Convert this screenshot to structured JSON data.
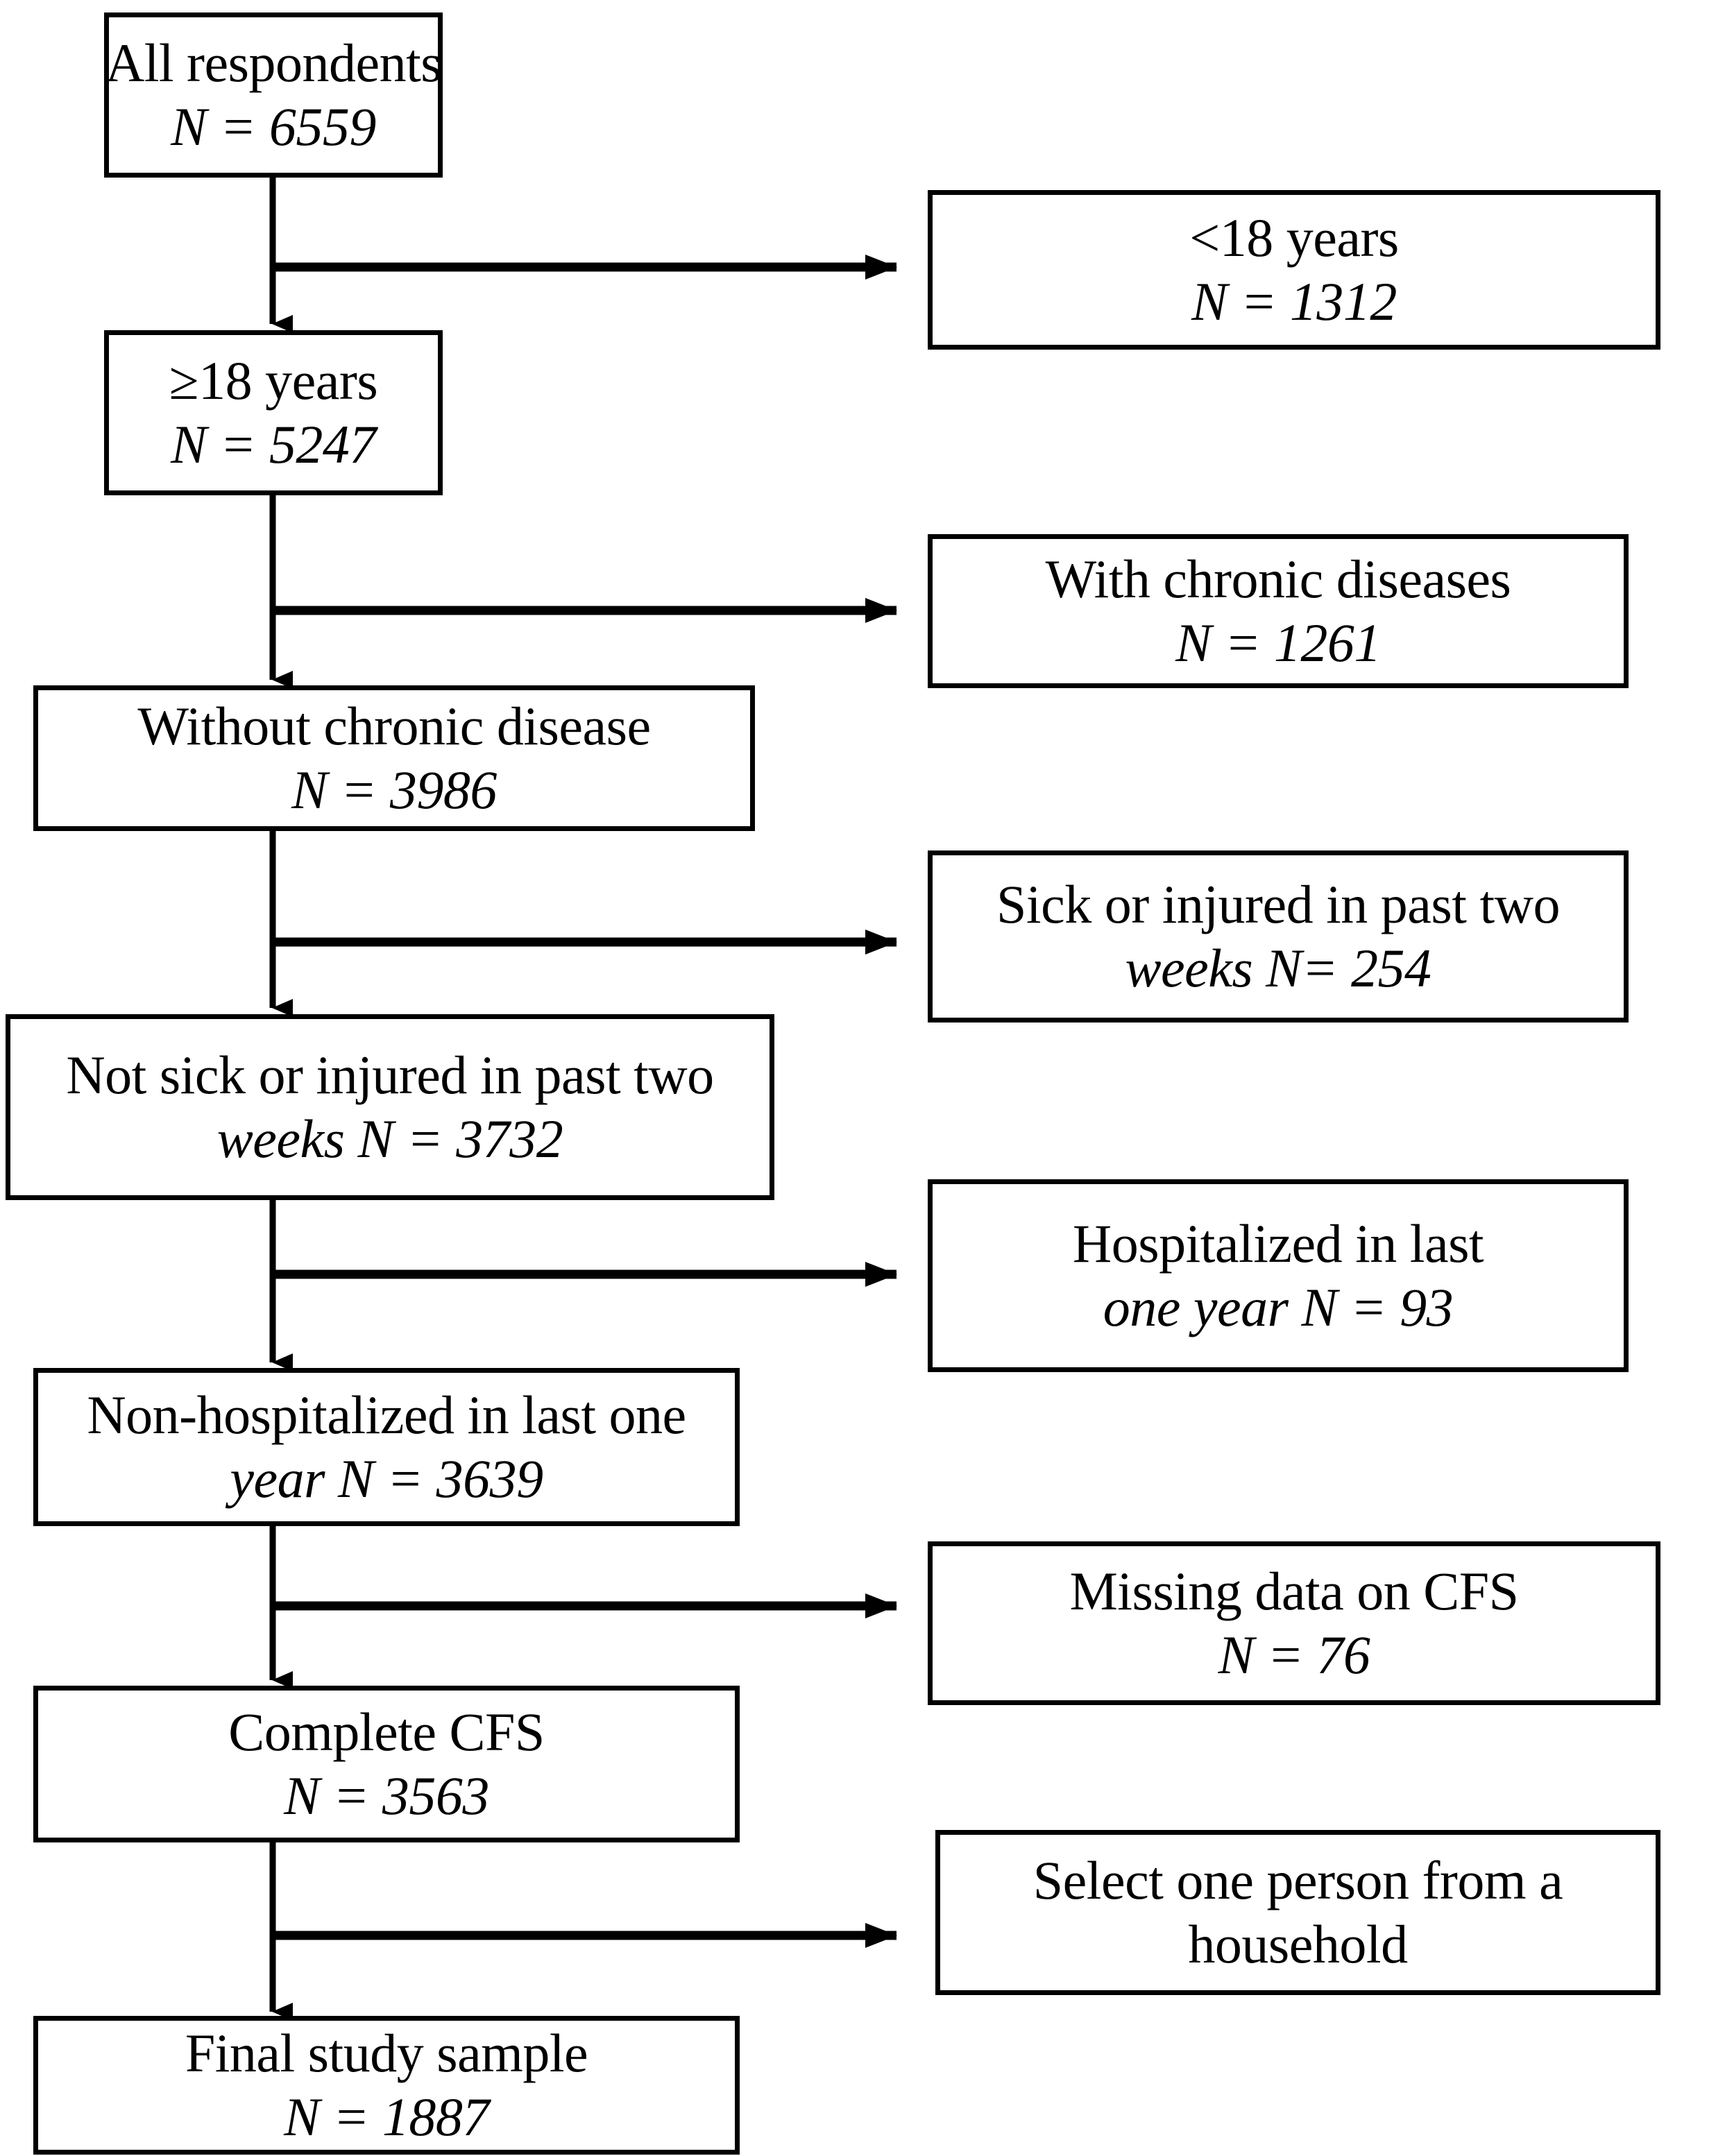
{
  "diagram": {
    "type": "flowchart",
    "title": "Participant selection flow diagram",
    "orientation": "top-to-bottom with right-side exclusion branches",
    "stroke_color": "#000000",
    "fill_color": "#ffffff",
    "background_color": "#ffffff"
  },
  "main_nodes": [
    {
      "id": "all-respondents",
      "label": "All respondents",
      "count_label": "N = 6559",
      "count": 6559
    },
    {
      "id": "adults",
      "label": "≥18 years",
      "count_label": "N = 5247",
      "count": 5247
    },
    {
      "id": "without-chronic-disease",
      "label": "Without chronic disease",
      "count_label": "N = 3986",
      "count": 3986
    },
    {
      "id": "not-sick-or-injured",
      "label": "Not sick or injured in past two",
      "count_label": "weeks N = 3732",
      "count": 3732
    },
    {
      "id": "non-hospitalized",
      "label": "Non-hospitalized in last one",
      "count_label": "year N = 3639",
      "count": 3639
    },
    {
      "id": "complete-cfs",
      "label": "Complete CFS",
      "count_label": "N = 3563",
      "count": 3563
    },
    {
      "id": "final-study-sample",
      "label": "Final study sample",
      "count_label": "N = 1887",
      "count": 1887
    }
  ],
  "exclusion_nodes": [
    {
      "id": "under-18",
      "label": "<18 years",
      "count_label": "N = 1312",
      "count": 1312
    },
    {
      "id": "with-chronic-diseases",
      "label": "With chronic diseases",
      "count_label": "N = 1261",
      "count": 1261
    },
    {
      "id": "sick-or-injured",
      "label": "Sick or injured in past two",
      "count_label": "weeks N= 254",
      "count": 254
    },
    {
      "id": "hospitalized",
      "label": "Hospitalized in last",
      "count_label": "one year N = 93",
      "count": 93
    },
    {
      "id": "missing-cfs",
      "label": "Missing data on CFS",
      "count_label": "N = 76",
      "count": 76
    },
    {
      "id": "select-one-person",
      "label": "Select one person from a",
      "count_label": "household",
      "count": null
    }
  ]
}
